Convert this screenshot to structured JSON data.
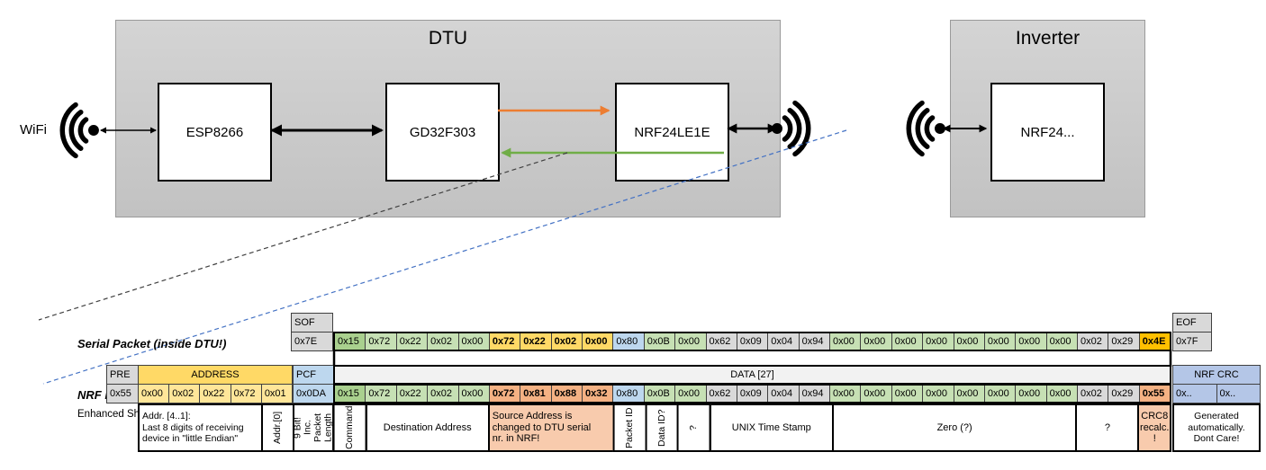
{
  "diagram": {
    "wifi_label": "WiFi",
    "dtu": {
      "title": "DTU",
      "components": [
        "ESP8266",
        "GD32F303",
        "NRF24LE1E"
      ]
    },
    "inverter": {
      "title": "Inverter",
      "components": [
        "NRF24..."
      ]
    }
  },
  "serial_packet": {
    "label": "Serial Packet (inside DTU!)",
    "sof_header": "SOF",
    "sof_value": "0x7E",
    "eof_header": "EOF",
    "eof_value": "0x7F",
    "bytes": [
      {
        "v": "0x15",
        "c": "green_dark"
      },
      {
        "v": "0x72",
        "c": "green"
      },
      {
        "v": "0x22",
        "c": "green"
      },
      {
        "v": "0x02",
        "c": "green"
      },
      {
        "v": "0x00",
        "c": "green"
      },
      {
        "v": "0x72",
        "c": "gold",
        "b": true
      },
      {
        "v": "0x22",
        "c": "gold",
        "b": true
      },
      {
        "v": "0x02",
        "c": "gold",
        "b": true
      },
      {
        "v": "0x00",
        "c": "gold",
        "b": true
      },
      {
        "v": "0x80",
        "c": "blue"
      },
      {
        "v": "0x0B",
        "c": "green"
      },
      {
        "v": "0x00",
        "c": "green"
      },
      {
        "v": "0x62",
        "c": "gray"
      },
      {
        "v": "0x09",
        "c": "gray"
      },
      {
        "v": "0x04",
        "c": "gray"
      },
      {
        "v": "0x94",
        "c": "gray"
      },
      {
        "v": "0x00",
        "c": "green"
      },
      {
        "v": "0x00",
        "c": "green"
      },
      {
        "v": "0x00",
        "c": "green"
      },
      {
        "v": "0x00",
        "c": "green"
      },
      {
        "v": "0x00",
        "c": "green"
      },
      {
        "v": "0x00",
        "c": "green"
      },
      {
        "v": "0x00",
        "c": "green"
      },
      {
        "v": "0x00",
        "c": "green"
      },
      {
        "v": "0x02",
        "c": "gray"
      },
      {
        "v": "0x29",
        "c": "gray"
      },
      {
        "v": "0x4E",
        "c": "amber",
        "b": true
      }
    ]
  },
  "nrf_packet": {
    "label": "NRF Packet",
    "sublabel": "Enhanced Shockburst",
    "pre_header": "PRE",
    "pre_value": "0x55",
    "address_header": "ADDRESS",
    "address_values": [
      "0x00",
      "0x02",
      "0x22",
      "0x72",
      "0x01"
    ],
    "pcf_header": "PCF",
    "pcf_value": "0x0DA",
    "data_header": "DATA [27]",
    "crc_header": "NRF CRC",
    "crc_values": [
      "0x..",
      "0x.."
    ],
    "bytes": [
      {
        "v": "0x15",
        "c": "green_dark"
      },
      {
        "v": "0x72",
        "c": "green"
      },
      {
        "v": "0x22",
        "c": "green"
      },
      {
        "v": "0x02",
        "c": "green"
      },
      {
        "v": "0x00",
        "c": "green"
      },
      {
        "v": "0x72",
        "c": "salmon",
        "b": true
      },
      {
        "v": "0x81",
        "c": "salmon",
        "b": true
      },
      {
        "v": "0x88",
        "c": "salmon",
        "b": true
      },
      {
        "v": "0x32",
        "c": "salmon",
        "b": true
      },
      {
        "v": "0x80",
        "c": "blue"
      },
      {
        "v": "0x0B",
        "c": "green"
      },
      {
        "v": "0x00",
        "c": "green"
      },
      {
        "v": "0x62",
        "c": "gray"
      },
      {
        "v": "0x09",
        "c": "gray"
      },
      {
        "v": "0x04",
        "c": "gray"
      },
      {
        "v": "0x94",
        "c": "gray"
      },
      {
        "v": "0x00",
        "c": "green"
      },
      {
        "v": "0x00",
        "c": "green"
      },
      {
        "v": "0x00",
        "c": "green"
      },
      {
        "v": "0x00",
        "c": "green"
      },
      {
        "v": "0x00",
        "c": "green"
      },
      {
        "v": "0x00",
        "c": "green"
      },
      {
        "v": "0x00",
        "c": "green"
      },
      {
        "v": "0x00",
        "c": "green"
      },
      {
        "v": "0x02",
        "c": "gray"
      },
      {
        "v": "0x29",
        "c": "gray"
      },
      {
        "v": "0x55",
        "c": "salmon",
        "b": true
      }
    ]
  },
  "annotations": {
    "addr41": "Addr. [4..1]:\nLast 8 digits of receiving\ndevice in \"little Endian\"",
    "addr0": "Addr.[0]",
    "pcf_note": "9 Bit!\nInc. Packet\nLength",
    "crc_note": "Generated\nautomatically.\nDont Care!",
    "data_cells": [
      {
        "label": "Command",
        "span": 1,
        "vertical": true
      },
      {
        "label": "Destination Address",
        "span": 4
      },
      {
        "label": "Source Address is\nchanged to DTU serial\nnr. in NRF!",
        "span": 4,
        "bg": "salmon_light",
        "align": "left"
      },
      {
        "label": "Packet ID",
        "span": 1,
        "vertical": true
      },
      {
        "label": "Data ID?",
        "span": 1,
        "vertical": true
      },
      {
        "label": "?",
        "span": 1,
        "vertical": true
      },
      {
        "label": "UNIX Time Stamp",
        "span": 4
      },
      {
        "label": "Zero (?)",
        "span": 8
      },
      {
        "label": "?",
        "span": 2
      },
      {
        "label": "CRC8\nrecalc.\n!",
        "span": 1,
        "bg": "salmon_light"
      }
    ]
  },
  "colors": {
    "gray": "#D9D9D9",
    "light": "#F2F2F2",
    "green": "#C6E0B4",
    "green_dark": "#A9D08E",
    "gold": "#FFD966",
    "amber": "#FFC000",
    "blue": "#BDD7EE",
    "crc_blue": "#B4C6E7",
    "salmon": "#F4B183",
    "salmon_light": "#F8CBAD",
    "yellow": "#FFE699",
    "yellow_header": "#FFD966",
    "orange_arrow": "#ED7D31",
    "green_arrow": "#70AD47",
    "blue_line": "#4472C4"
  }
}
